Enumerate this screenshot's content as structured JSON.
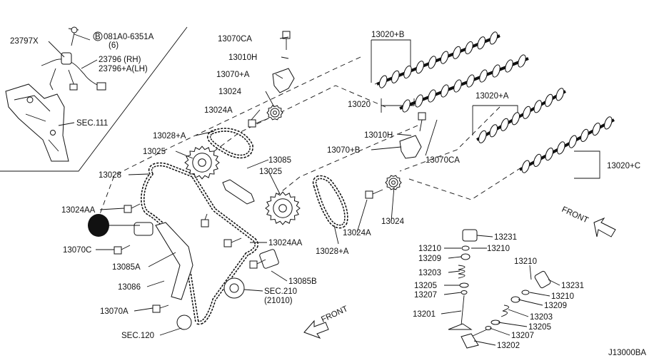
{
  "diagram": {
    "id_code": "J13000BA",
    "front_label": "FRONT",
    "bolt_symbol": "B",
    "labels": {
      "p23797X": "23797X",
      "p081A0": "081A0-6351A",
      "p081A0_qty": "(6)",
      "p23796_rh": "23796 (RH)",
      "p23796_lh": "23796+A(LH)",
      "sec111": "SEC.111",
      "p13070CA_top": "13070CA",
      "p13010H_top": "13010H",
      "p13070A_top": "13070+A",
      "p13024_top": "13024",
      "p13024A_top": "13024A",
      "p13028A_top": "13028+A",
      "p13025_left": "13025",
      "p13028": "13028",
      "p13085": "13085",
      "p13025_mid": "13025",
      "p13020B": "13020+B",
      "p13020": "13020",
      "p13020A": "13020+A",
      "p13020C": "13020+C",
      "p13010H_mid": "13010H",
      "p13070B": "13070+B",
      "p13070CA_mid": "13070CA",
      "p13024AA_left": "13024AA",
      "p13070C": "13070C",
      "p13085A": "13085A",
      "p13086": "13086",
      "p13070A_bot": "13070A",
      "sec120": "SEC.120",
      "p13024AA_mid": "13024AA",
      "p13085B": "13085B",
      "sec210": "SEC.210",
      "sec210_sub": "(21010)",
      "p13028A_mid": "13028+A",
      "p13024A_mid": "13024A",
      "p13024_mid": "13024",
      "v13231_a": "13231",
      "v13210_a1": "13210",
      "v13210_a2": "13210",
      "v13209_a": "13209",
      "v13203_a": "13203",
      "v13205_a": "13205",
      "v13207_a": "13207",
      "v13201": "13201",
      "v13210_b1": "13210",
      "v13231_b": "13231",
      "v13210_b2": "13210",
      "v13209_b": "13209",
      "v13203_b": "13203",
      "v13205_b": "13205",
      "v13207_b": "13207",
      "v13202": "13202"
    }
  }
}
